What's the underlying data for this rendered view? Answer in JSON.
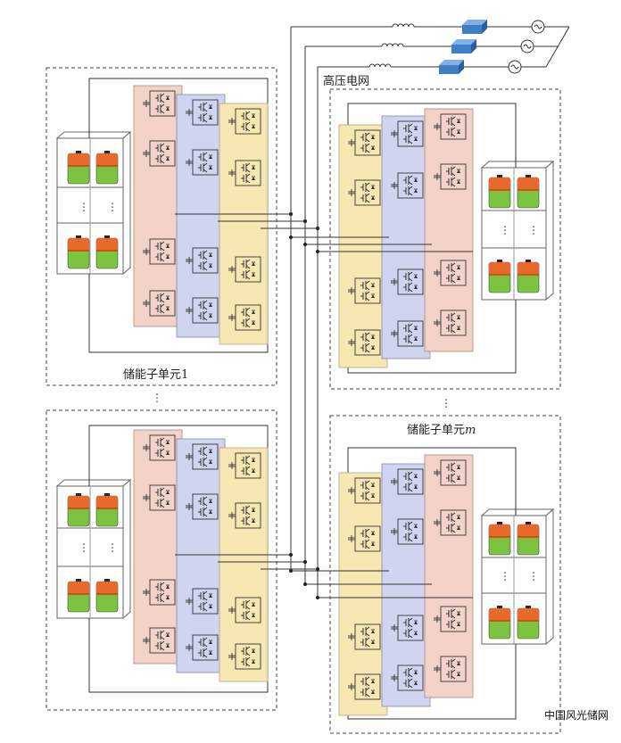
{
  "labels": {
    "grid": "高压电网",
    "unit_1": "储能子单元1",
    "unit_m_prefix": "储能子单元",
    "unit_m_var": "m",
    "watermark": "中国风光储网"
  },
  "colors": {
    "panel_red": "#f3d2c8",
    "panel_blue": "#cfd4ef",
    "panel_yellow": "#f7e7b2",
    "battery_top": "#e8692c",
    "battery_bottom": "#7cc440",
    "transformer": "#3f7fc6",
    "line": "#333333",
    "dash": "#444444"
  },
  "icons": [
    "battery-icon",
    "igbt-icon",
    "capacitor-icon",
    "inductor-icon",
    "transformer-icon",
    "ac-source-icon"
  ]
}
